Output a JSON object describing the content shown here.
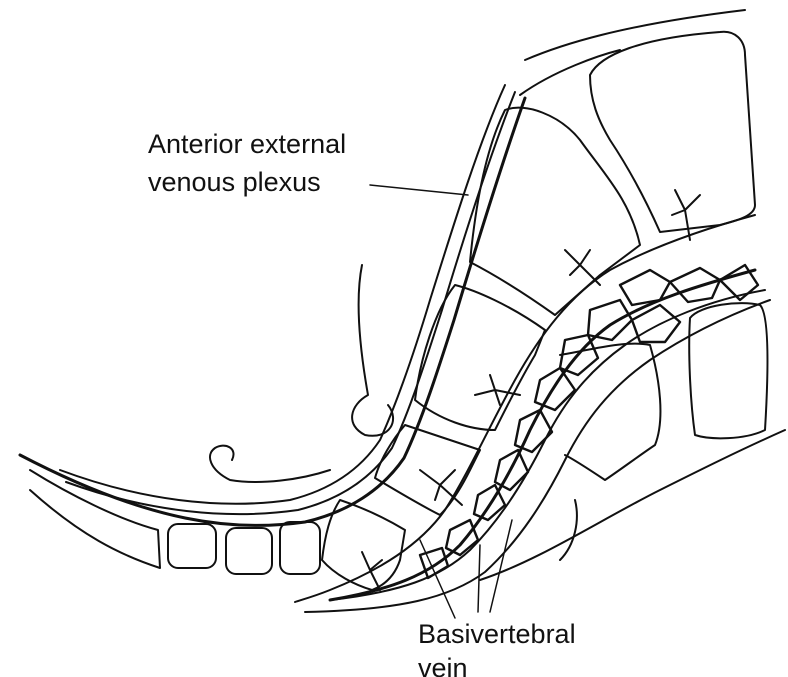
{
  "labels": {
    "anterior_external_line1": "Anterior external",
    "anterior_external_line2": "venous plexus",
    "basivertebral_line1": "Basivertebral",
    "basivertebral_line2": "vein"
  },
  "colors": {
    "ink": "#111111",
    "background": "#ffffff"
  }
}
